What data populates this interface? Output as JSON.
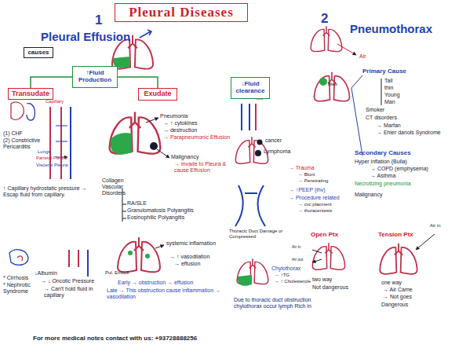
{
  "diagram": {
    "title": "Pleural Diseases",
    "caption": "For more medical notes contact with us: +93728888256",
    "nodes": [
      {
        "text": [
          "causes"
        ]
      },
      {
        "text": [
          "↑Fluid Production"
        ]
      },
      {
        "text": [
          "Transudate"
        ]
      },
      {
        "text": [
          "Exudate"
        ]
      },
      {
        "text": [
          "↓Fluid clearance"
        ]
      }
    ],
    "edges": [
      {
        "from": 1,
        "to": 2,
        "arrow": "none"
      },
      {
        "from": 1,
        "to": 3,
        "arrow": "none"
      }
    ],
    "labels": [
      "1",
      "Pleural Effusion",
      "2",
      "Pneumothorax",
      "Capillary",
      "(1) CHF",
      "(2) Constrictive Pericarditis",
      "Lungs",
      "Parietal Pleura",
      "Visceral Pleura",
      "↑ Capillary hydrostatic pressure → Escap fluid from capillary.",
      "* Cirrhosis",
      "* Nephrotic Syndrome",
      "↓Albumin",
      "→ ↓ Oncotic Pressure",
      "→ Can't hold fluid in capillary",
      "Pneumonia",
      "→ ↑ cytokines",
      "→ destruction",
      "→ Parapneumonic Effusion",
      "Malignancy",
      "→ invade to Pleura & cause Effusion",
      "Collagen Vascular Disorders",
      "RA/SLE",
      "Granulomatosis Polyangitis",
      "Eosinophilic Polyangitis",
      "Pul. Emboli",
      "systemic inflamation",
      "→ ↑ vasodilation",
      "→ effusion",
      "Early → obstruction → effusion",
      "Late → This obstruction cause inflammation → vasodilation",
      "fluid",
      "cancer",
      "Lymphoma",
      "→ Trauma",
      "→ Blunt",
      "→ Penetrating",
      "→ ↑PEEP (ihv)",
      "→ Procedure related",
      "→ cvc placment",
      "→ thoracentesis",
      "Thoracic Duct Damage or Compressed",
      "Chylothorax",
      "→ ↑TG",
      "→ ↑ Cholesterole",
      "Due to thoracic duct obstruction chylothorax occur lymph Rich in",
      "Air",
      "Bleb",
      "Primary Cause",
      "Tall",
      "thin",
      "Young",
      "Man",
      "Smoker",
      "CT disorders",
      "→ Marfan",
      "→ Ehler danols Syndrome",
      "Secondary Causes",
      "Hyper inflation (Bulla)",
      "→ COPD (emphysema)",
      "→ Asthma",
      "Necrotizing pneumonia",
      "Malignancy",
      "Open Ptx",
      "Air in",
      "Air out",
      "two way",
      "Not dangerous",
      "Tension Ptx",
      "Air in",
      "one way",
      "→ Air Came",
      "→ Not goes",
      "Dangerous"
    ]
  }
}
